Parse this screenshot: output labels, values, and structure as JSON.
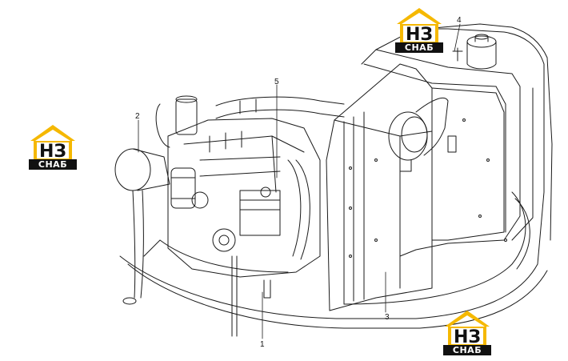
{
  "brand": {
    "top_text": "НЗ",
    "bottom_text": "СНАБ",
    "roof_color": "#f5b800",
    "dark_color": "#111111"
  },
  "callouts": [
    "1",
    "2",
    "3",
    "4",
    "5"
  ],
  "line_color": "#1a1a1a"
}
